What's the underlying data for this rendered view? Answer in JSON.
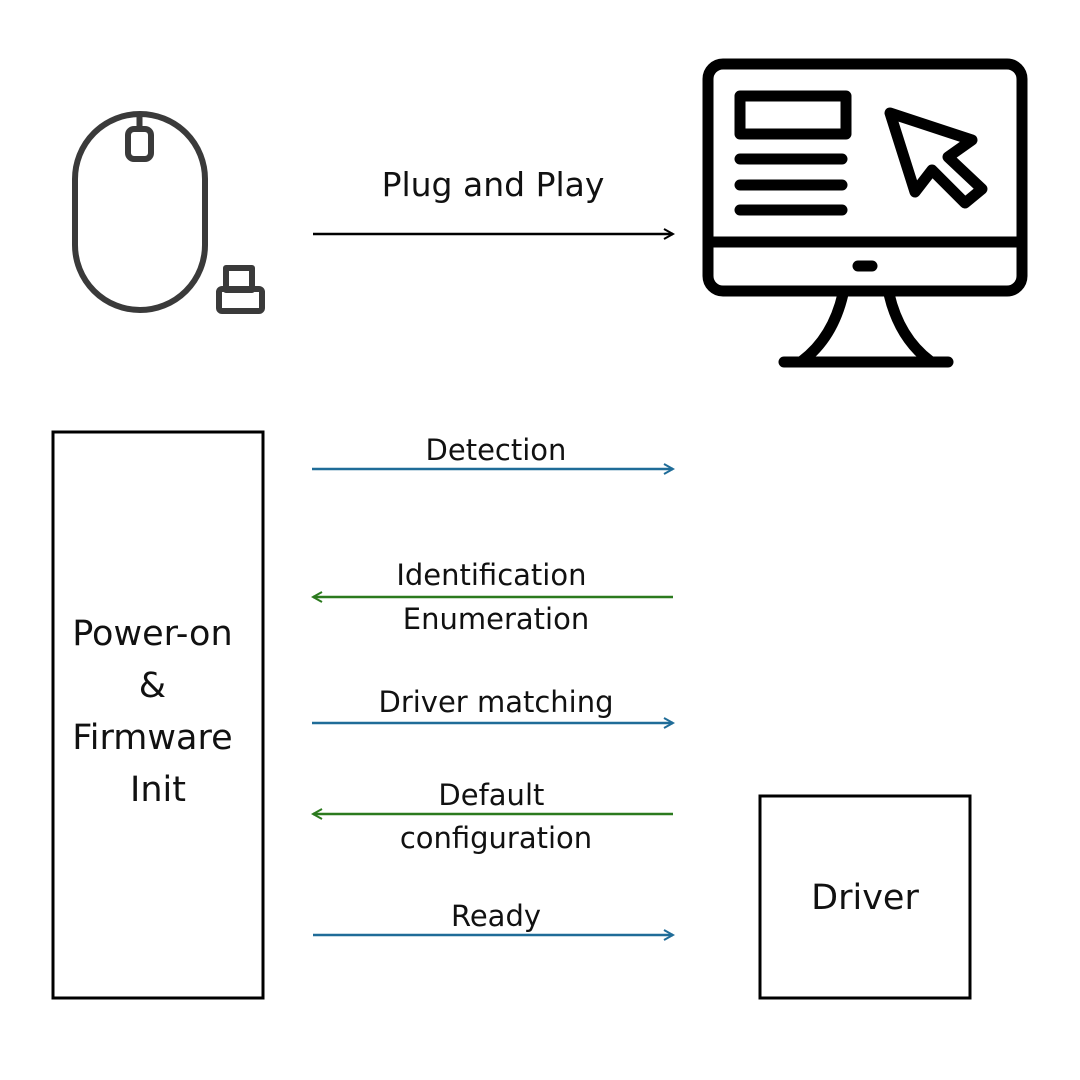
{
  "title": "Plug and Play",
  "device_icon": "usb-mouse-icon",
  "host_icon": "computer-monitor-icon",
  "left_box": {
    "lines": [
      "Power-on",
      "&",
      "Firmware",
      "Init"
    ]
  },
  "right_box": {
    "label": "Driver"
  },
  "steps": [
    {
      "lines": [
        "Detection"
      ],
      "direction": "right",
      "color": "#1f6c98"
    },
    {
      "lines": [
        "Identification",
        "Enumeration"
      ],
      "direction": "left",
      "color": "#2b7a1e"
    },
    {
      "lines": [
        "Driver matching"
      ],
      "direction": "right",
      "color": "#1f6c98"
    },
    {
      "lines": [
        "Default",
        "configuration"
      ],
      "direction": "left",
      "color": "#2b7a1e"
    },
    {
      "lines": [
        "Ready"
      ],
      "direction": "right",
      "color": "#1f6c98"
    }
  ],
  "colors": {
    "stroke": "#000000",
    "icon_gray": "#3a3a3a",
    "forward": "#1f6c98",
    "backward": "#2b7a1e"
  }
}
